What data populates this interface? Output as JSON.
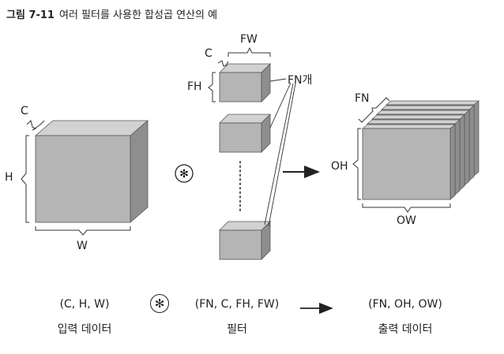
{
  "figure": {
    "number": "그림 7-11",
    "title": "여러 필터를 사용한 합성곱 연산의 예"
  },
  "input": {
    "c": "C",
    "h": "H",
    "w": "W",
    "shape": "(C, H, W)",
    "caption": "입력 데이터"
  },
  "filter": {
    "fw": "FW",
    "c": "C",
    "fh": "FH",
    "count": "FN개",
    "shape": "(FN, C, FH, FW)",
    "caption": "필터"
  },
  "output": {
    "fn": "FN",
    "oh": "OH",
    "ow": "OW",
    "shape": "(FN, OH, OW)",
    "caption": "출력 데이터"
  },
  "operator": {
    "symbol": "✻"
  },
  "colors": {
    "box_face": "#b5b5b5",
    "box_top": "#d2d2d2",
    "box_side": "#8e8e8e",
    "ink": "#222222"
  }
}
